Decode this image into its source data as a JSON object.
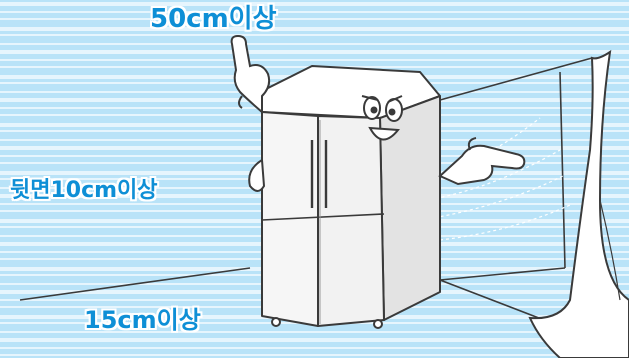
{
  "labels": {
    "top_clearance": "50cm이상",
    "back_clearance": "뒷면10cm이상",
    "side_clearance": "15cm이상"
  },
  "colors": {
    "background": "#b9e3f8",
    "stripe": "#e6f5fd",
    "label_text": "#0e8fd6",
    "outline": "#3a3a3a",
    "fridge_body": "#f4f4f4"
  },
  "icons": {
    "top_hand": "pointing-up-hand-icon",
    "side_hand": "pointing-left-hand-icon"
  }
}
